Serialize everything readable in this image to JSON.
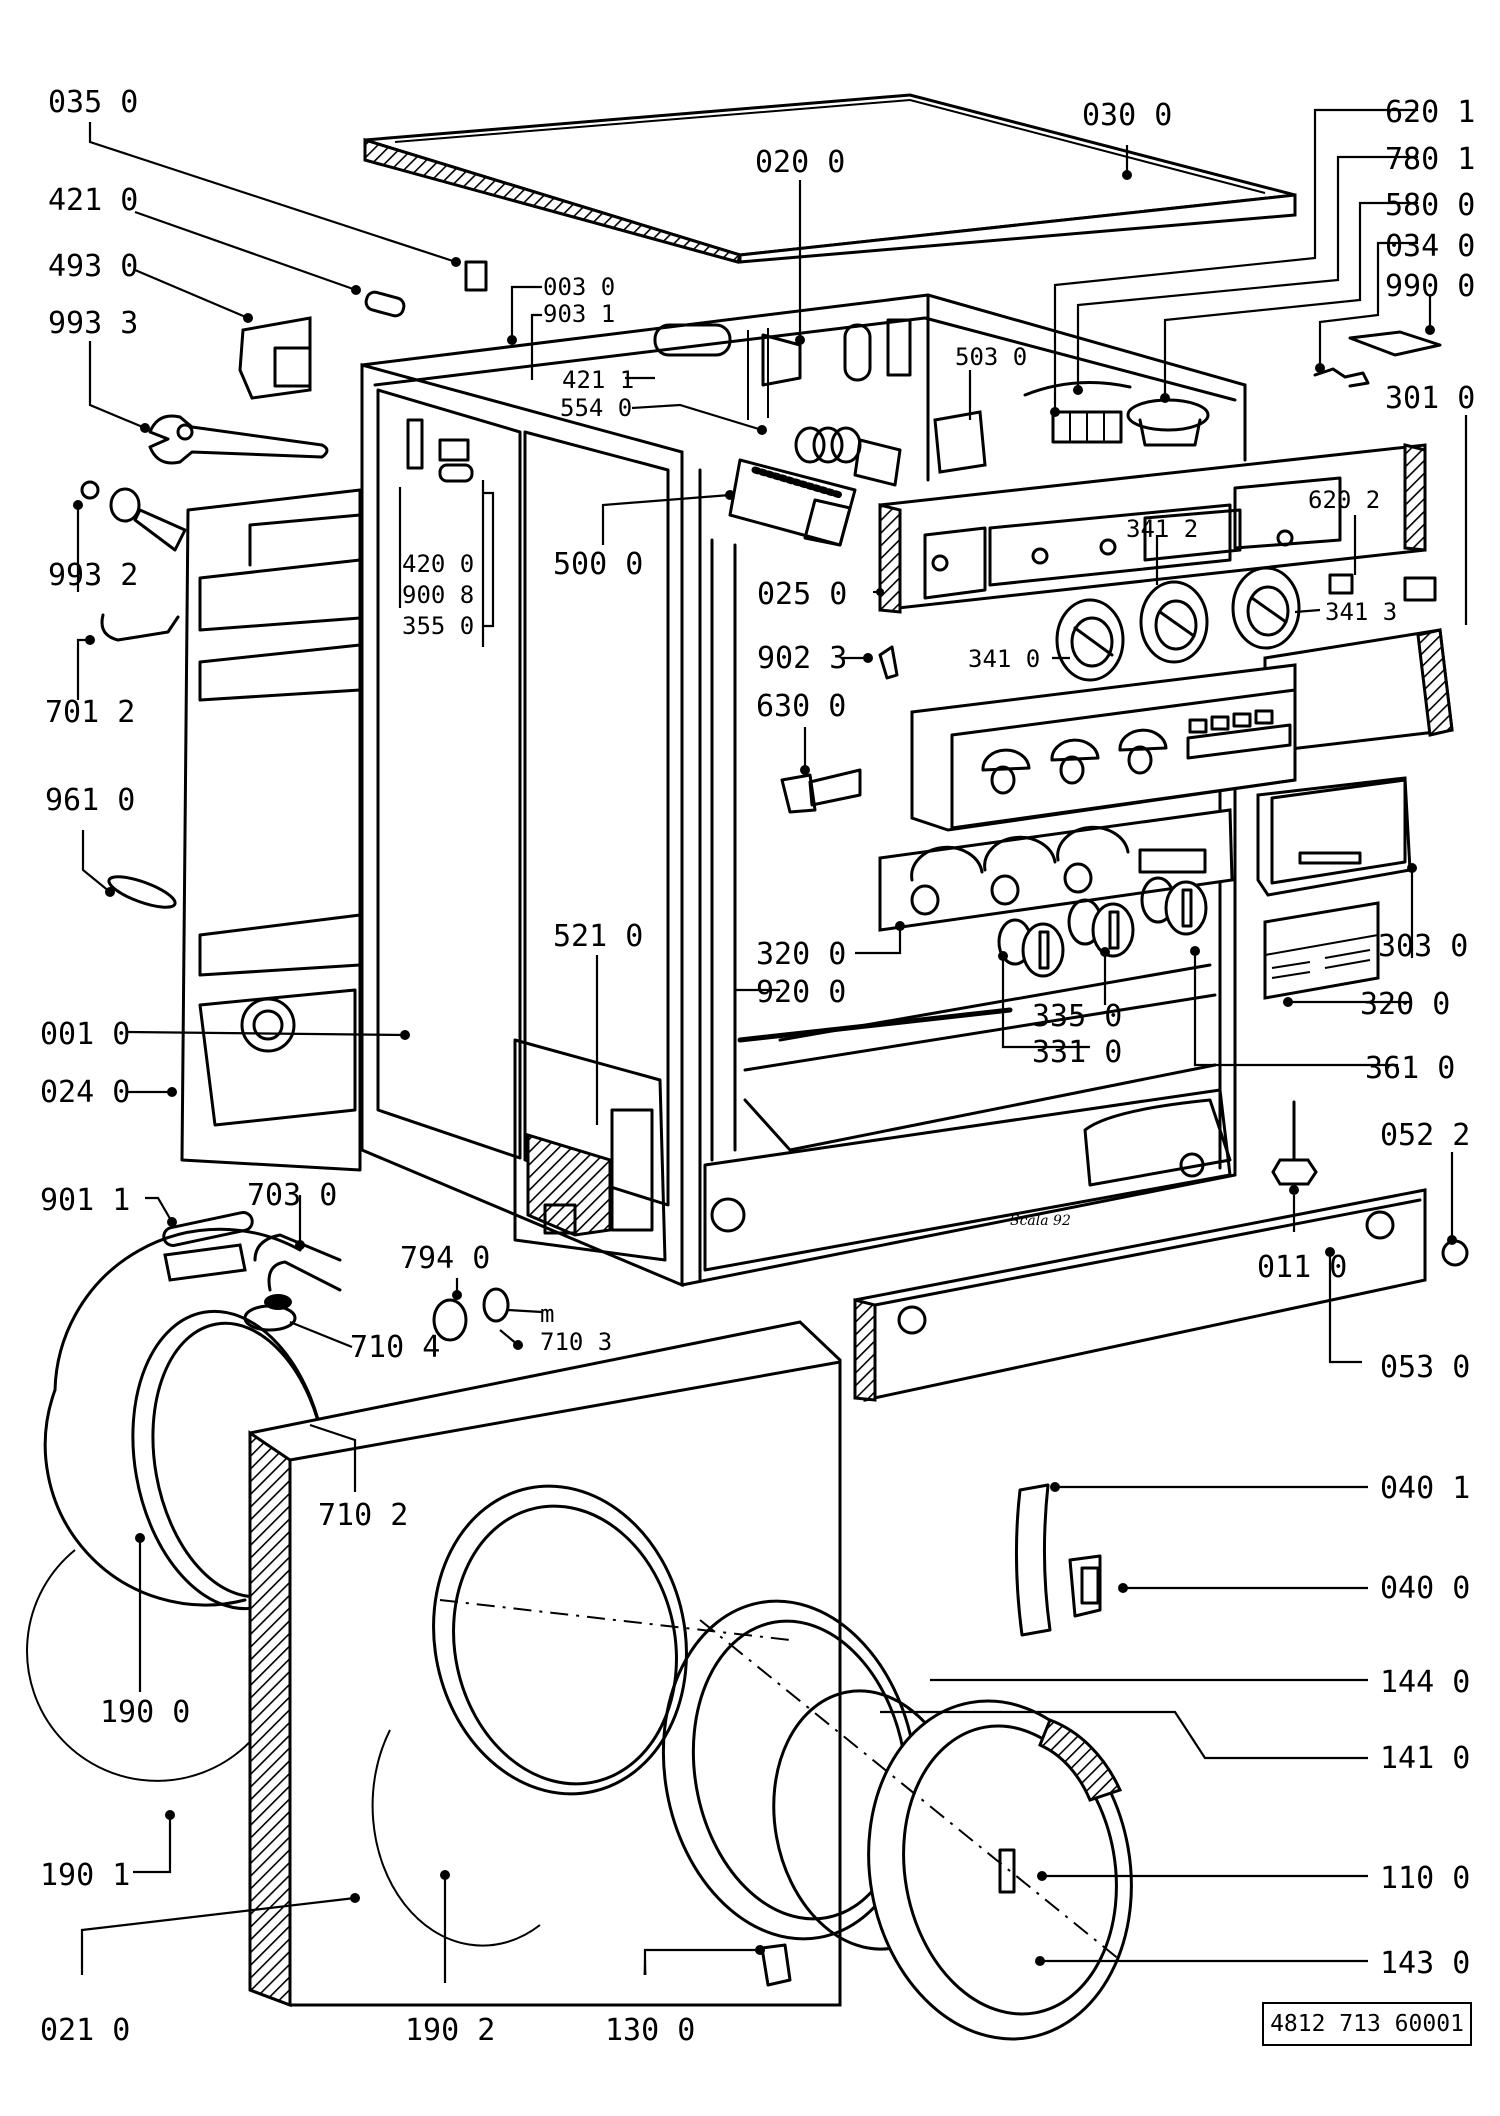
{
  "title": "Washing machine exploded parts diagram",
  "model_marking": "Scala 92",
  "document_number": "4812 713 60001",
  "parts": {
    "p0350": "035 0",
    "p4210": "421 0",
    "p4930": "493 0",
    "p9933": "993 3",
    "p9932": "993 2",
    "p7012": "701 2",
    "p9610": "961 0",
    "p0010": "001 0",
    "p0240": "024 0",
    "p0030": "003 0",
    "p9031": "903 1",
    "p4211": "421 1",
    "p5540": "554 0",
    "p4200": "420 0",
    "p9008": "900 8",
    "p3550": "355 0",
    "p5000": "500 0",
    "p0200": "020 0",
    "p0300": "030 0",
    "p5030": "503 0",
    "p6201": "620 1",
    "p7801": "780 1",
    "p5800": "580 0",
    "p0340": "034 0",
    "p9900": "990 0",
    "p3010": "301 0",
    "p6202": "620 2",
    "p3412": "341 2",
    "p3413": "341 3",
    "p3410": "341 0",
    "p0250": "025 0",
    "p9023": "902 3",
    "p6300": "630 0",
    "p3200a": "320 0",
    "p9200": "920 0",
    "p5210": "521 0",
    "p3030": "303 0",
    "p3200b": "320 0",
    "p3350": "335 0",
    "p3310": "331 0",
    "p3610": "361 0",
    "p0522": "052 2",
    "p0110": "011 0",
    "p0530": "053 0",
    "p9011": "901 1",
    "p7030": "703 0",
    "p7940": "794 0",
    "p7104": "710 4",
    "p7103": "710 3",
    "m": "m",
    "p7102": "710 2",
    "p1900": "190 0",
    "p1901": "190 1",
    "p0210": "021 0",
    "p1902": "190 2",
    "p1300": "130 0",
    "p0401": "040 1",
    "p0400": "040 0",
    "p1440": "144 0",
    "p1410": "141 0",
    "p1100": "110 0",
    "p1430": "143 0"
  }
}
